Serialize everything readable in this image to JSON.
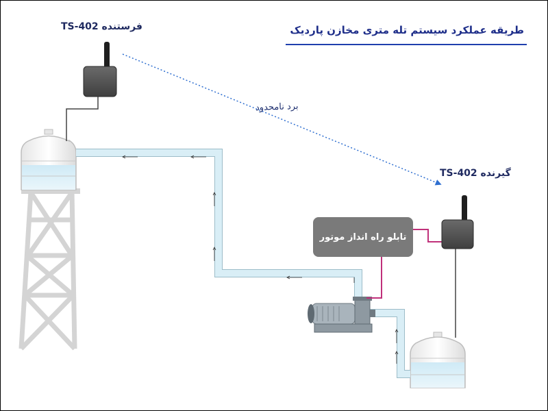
{
  "title": "طریقه عملکرد سیستم تله متری مخازن پاردیک",
  "sender": {
    "model": "TS-402",
    "role": "فرستنده"
  },
  "receiver": {
    "model": "TS-402",
    "role": "گیرنده"
  },
  "link": {
    "label": "برد نامحدود"
  },
  "panel": {
    "label": "تابلو راه انداز موتور"
  },
  "colors": {
    "title": "#1f2f8a",
    "pipe": "#d9eef6",
    "signal_line": "#c0307a",
    "radio_link": "#2f6fd0",
    "tower": "#d8d8d8",
    "device": "#555555"
  },
  "icons": [
    "sender-device-icon",
    "receiver-device-icon",
    "elevated-tank-icon",
    "ground-tank-icon",
    "pump-motor-icon"
  ]
}
